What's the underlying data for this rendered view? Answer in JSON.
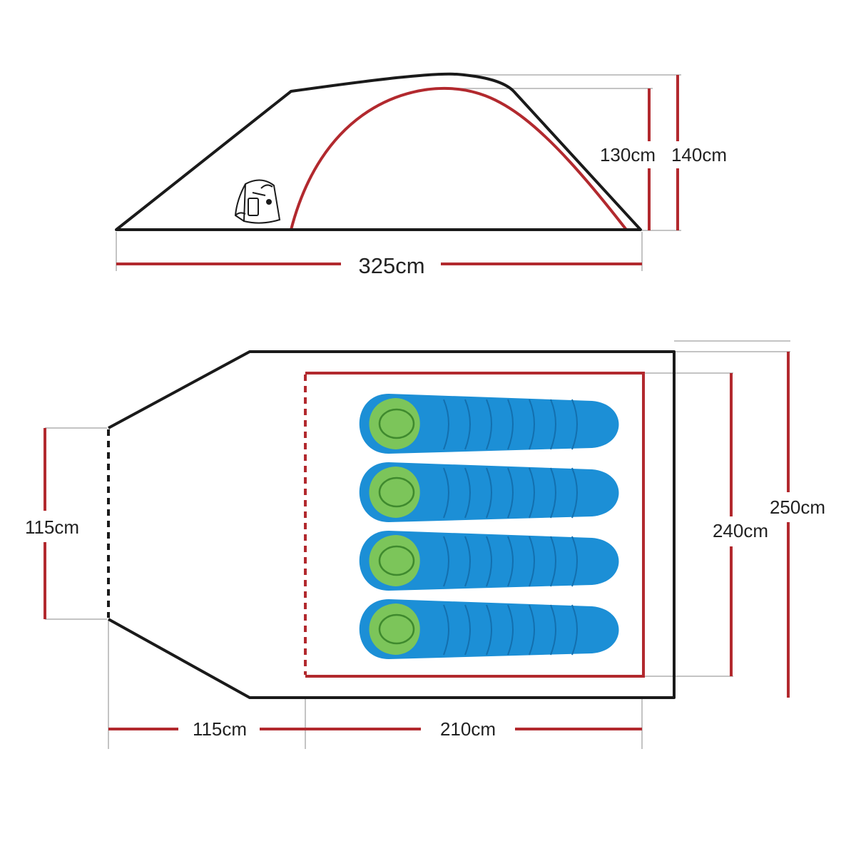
{
  "colors": {
    "outline": "#1a1a1a",
    "pole": "#b2292e",
    "guide": "#b0b0b0",
    "bag_blue": "#1c8fd6",
    "bag_blue_dark": "#136fae",
    "bag_green": "#7cc55a",
    "bag_green_dark": "#3f8a2e",
    "background": "#ffffff"
  },
  "side_view": {
    "length_label": "325cm",
    "inner_height_label": "130cm",
    "outer_height_label": "140cm",
    "icon": "backpack-icon"
  },
  "floor_plan": {
    "vestibule_opening_label": "115cm",
    "vestibule_depth_label": "115cm",
    "inner_length_label": "210cm",
    "inner_width_label": "240cm",
    "outer_width_label": "250cm",
    "sleeping_bag_count": 4,
    "icon": "sleeping-bag-icon"
  }
}
